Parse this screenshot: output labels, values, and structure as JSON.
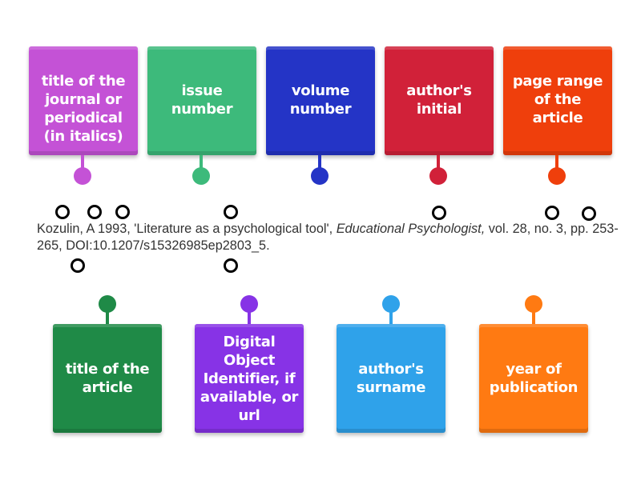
{
  "top_labels": [
    {
      "text": "title of the journal or periodical (in italics)",
      "color": "#c452d6"
    },
    {
      "text": "issue number",
      "color": "#3dba7b"
    },
    {
      "text": "volume number",
      "color": "#2434c6"
    },
    {
      "text": "author's initial",
      "color": "#d12139"
    },
    {
      "text": "page range of the article",
      "color": "#ef3f0c"
    }
  ],
  "bottom_labels": [
    {
      "text": "title of the article",
      "color": "#1f8a47"
    },
    {
      "text": "Digital Object Identifier, if available, or url",
      "color": "#8733e6"
    },
    {
      "text": "author's surname",
      "color": "#2fa2ea"
    },
    {
      "text": "year of publication",
      "color": "#ff7a12"
    }
  ],
  "citation": {
    "part1": "Kozulin, A 1993, 'Literature as a psychological tool', ",
    "journal": "Educational Psychologist,",
    "part2": " vol. 28, no. 3, pp. 253-265, DOI:10.1207/s15326985ep2803_5."
  },
  "drop_targets_count": 9
}
